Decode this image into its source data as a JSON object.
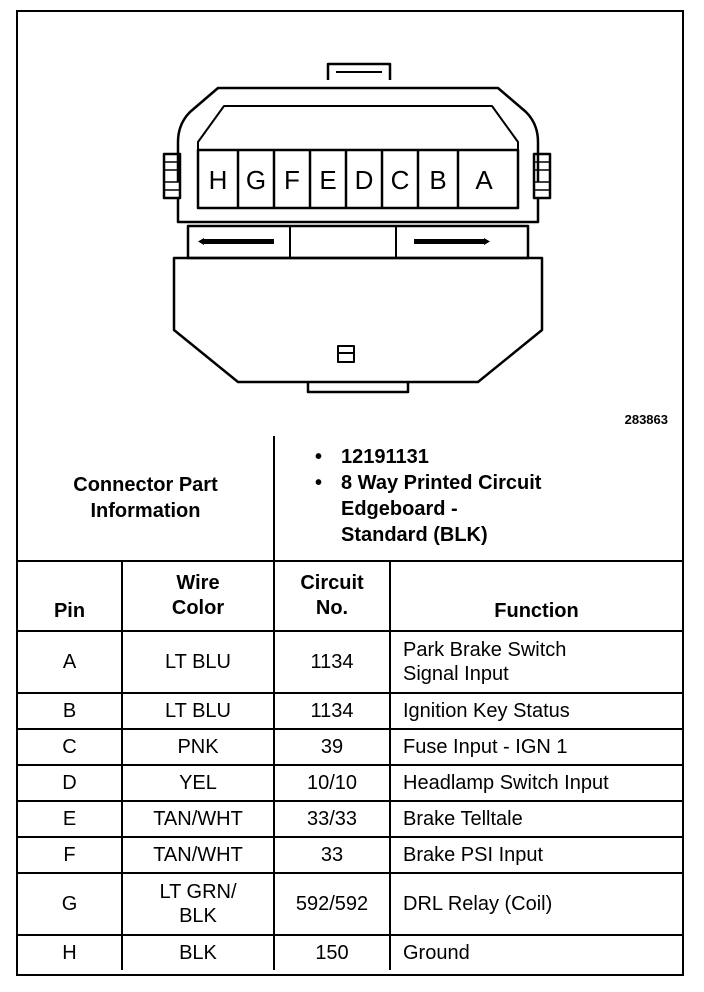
{
  "figure_id": "283863",
  "connector": {
    "pin_letters": [
      "H",
      "G",
      "F",
      "E",
      "D",
      "C",
      "B",
      "A"
    ]
  },
  "part_info": {
    "label_line1": "Connector Part",
    "label_line2": "Information",
    "bullets": [
      "12191131",
      "8 Way Printed Circuit",
      "Edgeboard -",
      "Standard (BLK)"
    ]
  },
  "table": {
    "headers": {
      "pin": "Pin",
      "wire_color_line1": "Wire",
      "wire_color_line2": "Color",
      "circuit_line1": "Circuit",
      "circuit_line2": "No.",
      "function": "Function"
    },
    "rows": [
      {
        "pin": "A",
        "wire": "LT BLU",
        "wire2": "",
        "circuit": "1134",
        "function": "Park Brake Switch",
        "function2": "Signal Input"
      },
      {
        "pin": "B",
        "wire": "LT BLU",
        "wire2": "",
        "circuit": "1134",
        "function": "Ignition Key Status",
        "function2": ""
      },
      {
        "pin": "C",
        "wire": "PNK",
        "wire2": "",
        "circuit": "39",
        "function": "Fuse Input - IGN 1",
        "function2": ""
      },
      {
        "pin": "D",
        "wire": "YEL",
        "wire2": "",
        "circuit": "10/10",
        "function": "Headlamp Switch Input",
        "function2": ""
      },
      {
        "pin": "E",
        "wire": "TAN/WHT",
        "wire2": "",
        "circuit": "33/33",
        "function": "Brake Telltale",
        "function2": ""
      },
      {
        "pin": "F",
        "wire": "TAN/WHT",
        "wire2": "",
        "circuit": "33",
        "function": "Brake PSI Input",
        "function2": ""
      },
      {
        "pin": "G",
        "wire": "LT GRN/",
        "wire2": "BLK",
        "circuit": "592/592",
        "function": "DRL Relay (Coil)",
        "function2": ""
      },
      {
        "pin": "H",
        "wire": "BLK",
        "wire2": "",
        "circuit": "150",
        "function": "Ground",
        "function2": ""
      }
    ]
  }
}
